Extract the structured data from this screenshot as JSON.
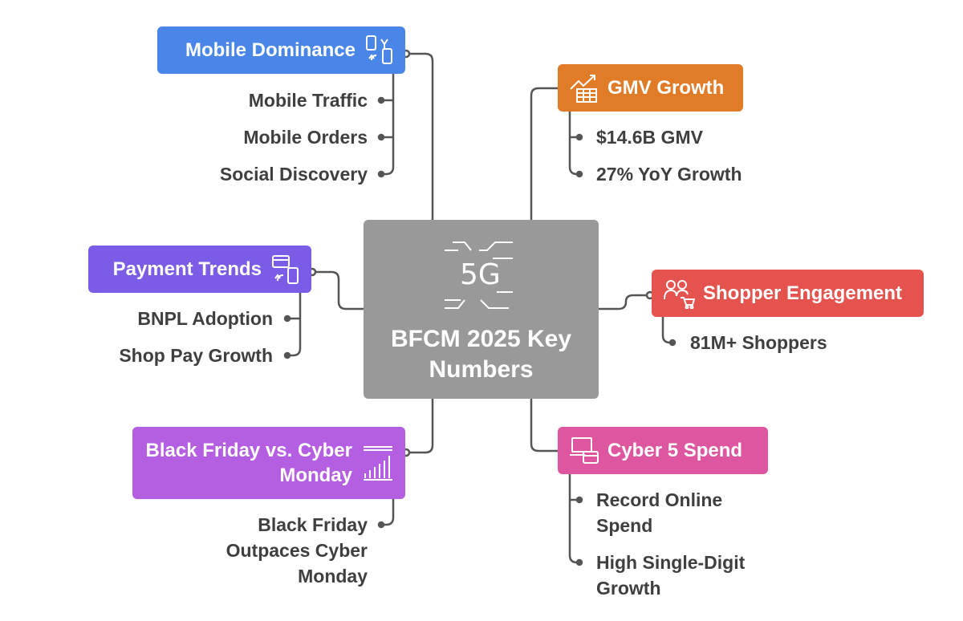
{
  "center": {
    "title": "BFCM 2025 Key Numbers",
    "icon": "5g-icon",
    "icon_text": "5G",
    "color": "#999999"
  },
  "branches": [
    {
      "id": "mobile",
      "label": "Mobile Dominance",
      "icon": "mobile-sync-icon",
      "color": "#4a86e8",
      "items": [
        "Mobile Traffic",
        "Mobile Orders",
        "Social Discovery"
      ]
    },
    {
      "id": "gmv",
      "label": "GMV Growth",
      "icon": "growth-chart-icon",
      "color": "#e07b28",
      "items": [
        "$14.6B GMV",
        "27% YoY Growth"
      ]
    },
    {
      "id": "payment",
      "label": "Payment Trends",
      "icon": "card-mobile-icon",
      "color": "#7a5ce6",
      "items": [
        "BNPL Adoption",
        "Shop Pay Growth"
      ]
    },
    {
      "id": "shopper",
      "label": "Shopper Engagement",
      "icon": "shoppers-cart-icon",
      "color": "#e5534f",
      "items": [
        "81M+ Shoppers"
      ]
    },
    {
      "id": "bfcm",
      "label": "Black Friday vs. Cyber Monday",
      "icon": "bar-chart-icon",
      "color": "#b45ee2",
      "items": [
        "Black Friday Outpaces Cyber Monday"
      ]
    },
    {
      "id": "cyber5",
      "label": "Cyber 5 Spend",
      "icon": "laptop-card-icon",
      "color": "#df56a0",
      "items": [
        "Record Online Spend",
        "High Single-Digit Growth"
      ]
    }
  ]
}
